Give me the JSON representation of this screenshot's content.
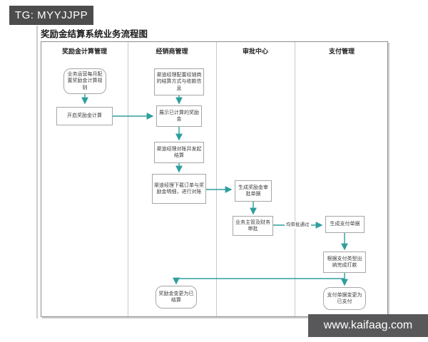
{
  "badge": {
    "text": "TG: MYYJJPP"
  },
  "title": "奖励金结算系统业务流程图",
  "lanes": {
    "calc": "奖励金计算管理",
    "dealer": "经销商管理",
    "approval": "审批中心",
    "payment": "支付管理"
  },
  "nodes": {
    "configure_rules": "业务运营每月配置奖励金计算规则",
    "start_calc": "开启奖励金计算",
    "configure_dealer": "渠道经理配置经销商的结算方式与收款信息",
    "show_bonus": "展示已计算的奖励金",
    "reconcile_initiate": "渠道经理对账并发起结算",
    "download_detail": "渠道经理下载订单与奖励金明细，进行对账",
    "gen_approval_doc": "生成奖励金审批单据",
    "manager_finance_approve": "业务主管及财务审批",
    "gen_payment_doc": "生成支付单据",
    "cashier_pay": "根据支付类型出纳完成打款",
    "payment_paid": "支付单据变更为已支付",
    "bonus_settled": "奖励金变更为已结算"
  },
  "edges": {
    "approved": "均审批通过"
  },
  "footer": {
    "url": "www.kaifaag.com"
  },
  "colors": {
    "arrow": "#2E9E9E",
    "badge_bg": "#4C4C4C",
    "footer_bg": "#58585A"
  }
}
